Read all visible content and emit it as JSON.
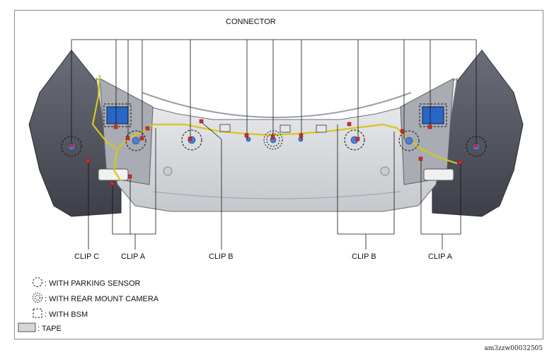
{
  "labels": {
    "connector": "CONNECTOR",
    "clip_c": "CLIP C",
    "clip_a_left": "CLIP A",
    "clip_b_left": "CLIP B",
    "clip_b_right": "CLIP B",
    "clip_a_right": "CLIP A"
  },
  "legend": [
    {
      "icon": "dashed-circle",
      "text": ": WITH PARKING SENSOR"
    },
    {
      "icon": "dotted-double-circle",
      "text": ": WITH REAR MOUNT CAMERA"
    },
    {
      "icon": "dashed-square",
      "text": ": WITH BSM"
    },
    {
      "icon": "gray-box",
      "text": ": TAPE"
    }
  ],
  "image_code": "am3zzw00032505",
  "colors": {
    "connector_marker": "#d62a2a",
    "harness": "#d9c51e",
    "bsm_module": "#2a66c7",
    "bumper_dark": "#4c4f59",
    "bumper_light": "#d8dadd",
    "tape": "#d6d6d6"
  }
}
